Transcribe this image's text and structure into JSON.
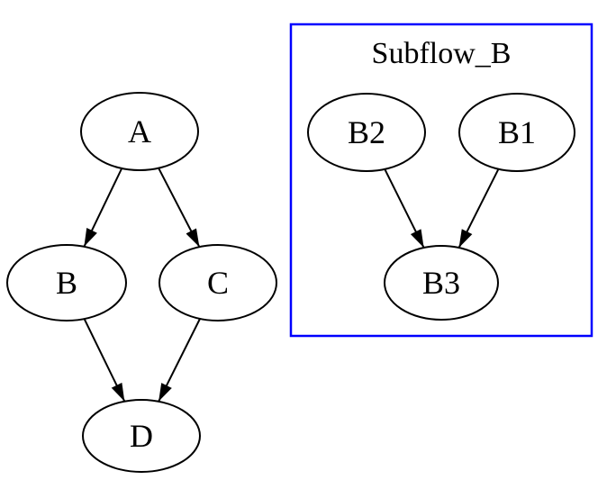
{
  "graph": {
    "background_color": "#ffffff",
    "node_fill_color": "#ffffff",
    "node_stroke_color": "#000000",
    "edge_color": "#000000",
    "nodes": {
      "A": {
        "label": "A"
      },
      "B": {
        "label": "B"
      },
      "C": {
        "label": "C"
      },
      "D": {
        "label": "D"
      },
      "B2": {
        "label": "B2"
      },
      "B1": {
        "label": "B1"
      },
      "B3": {
        "label": "B3"
      }
    },
    "edges": [
      {
        "from": "A",
        "to": "B"
      },
      {
        "from": "A",
        "to": "C"
      },
      {
        "from": "B",
        "to": "D"
      },
      {
        "from": "C",
        "to": "D"
      },
      {
        "from": "B2",
        "to": "B3"
      },
      {
        "from": "B1",
        "to": "B3"
      }
    ],
    "cluster": {
      "label": "Subflow_B",
      "border_color": "#0000ff",
      "members": [
        "B2",
        "B1",
        "B3"
      ]
    }
  }
}
